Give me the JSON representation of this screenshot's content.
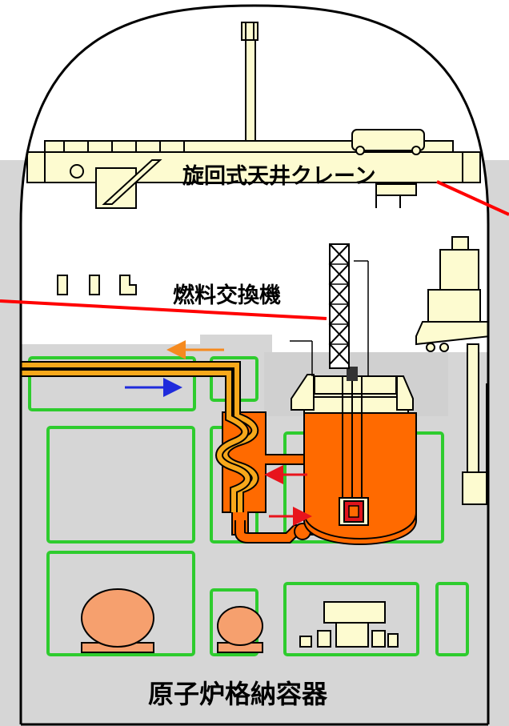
{
  "labels": {
    "crane": "旋回式天井クレーン",
    "refueling_machine": "燃料交換機",
    "containment_vessel": "原子炉格納容器"
  },
  "colors": {
    "building_gray": "#d6d6d6",
    "room_green": "#2ecc2e",
    "equipment_cream": "#fdfbd0",
    "reactor_orange": "#ff6a00",
    "pipe_orange": "#f7a81b",
    "tank_salmon": "#f6a06e",
    "leader_red": "#ff0000",
    "flow_blue": "#1f2bdc",
    "flow_orange": "#f58a1f"
  }
}
